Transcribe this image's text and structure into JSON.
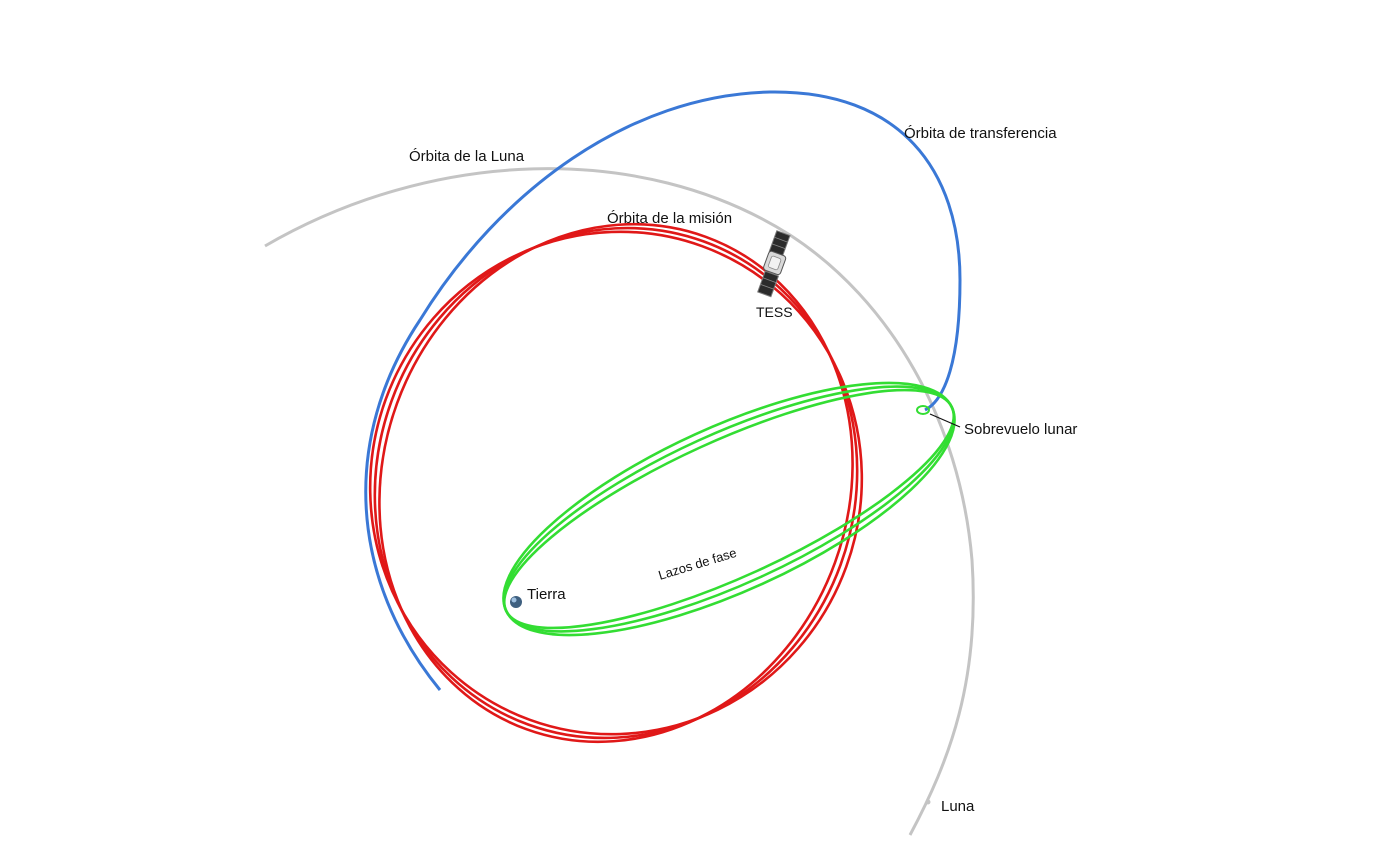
{
  "labels": {
    "moon_orbit": "Órbita de la Luna",
    "transfer_orbit": "Órbita de transferencia",
    "mission_orbit": "Órbita de la misión",
    "tess": "TESS",
    "lunar_flyby": "Sobrevuelo lunar",
    "phasing_loops": "Lazos de fase",
    "earth": "Tierra",
    "moon": "Luna"
  },
  "colors": {
    "moon_orbit": "#c4c4c4",
    "transfer_orbit": "#3a78d6",
    "mission_orbit": "#e01818",
    "phasing_loops": "#33dd33",
    "earth": "#3f6080"
  },
  "icons": {
    "spacecraft": "satellite-icon",
    "earth": "earth-icon",
    "moon": "moon-icon"
  }
}
